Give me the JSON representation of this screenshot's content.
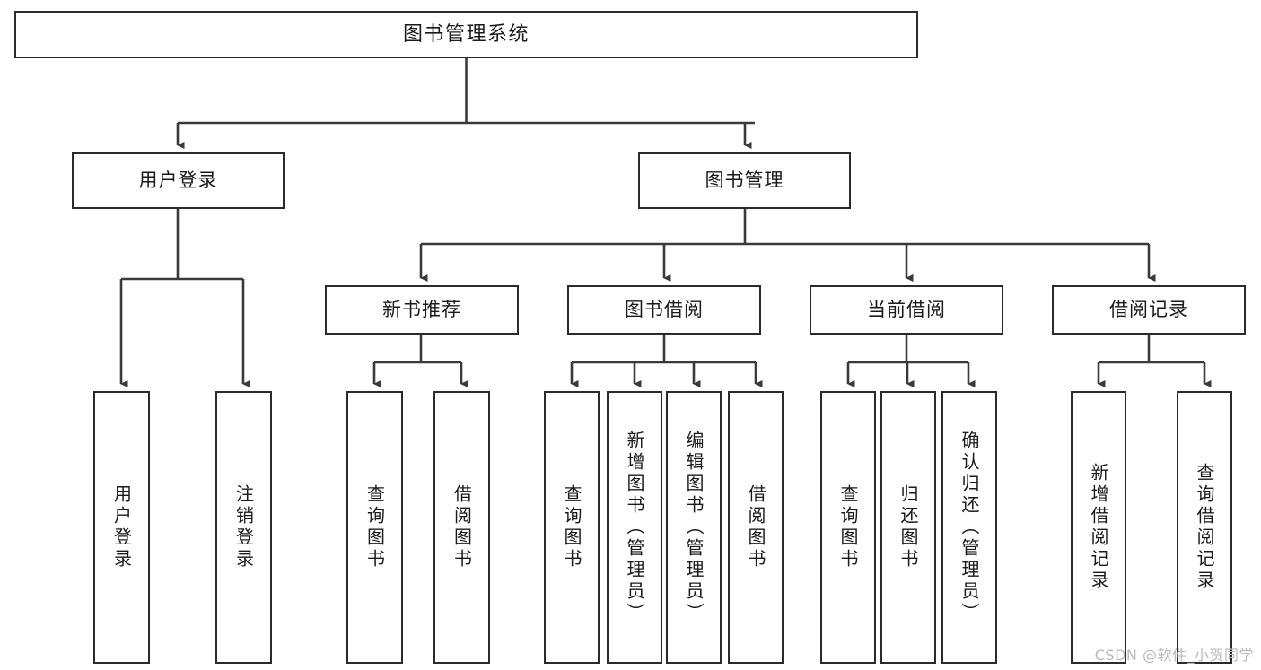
{
  "diagram": {
    "title": "图书管理系统",
    "watermark": "CSDN @软件_小贺同学",
    "colors": {
      "box_border": "#2b2b2b",
      "box_fill": "#ffffff",
      "edge": "#3a3a3a",
      "text": "#1a1a1a",
      "watermark": "#b9b9b9",
      "background": "#ffffff"
    },
    "root": {
      "label": "图书管理系统"
    },
    "level2": [
      {
        "label": "用户登录"
      },
      {
        "label": "图书管理"
      }
    ],
    "level3": [
      {
        "label": "新书推荐"
      },
      {
        "label": "图书借阅"
      },
      {
        "label": "当前借阅"
      },
      {
        "label": "借阅记录"
      }
    ],
    "leaves": {
      "user_login": [
        {
          "label": "用户登录"
        },
        {
          "label": "注销登录"
        }
      ],
      "new_book_recommend": [
        {
          "label": "查询图书"
        },
        {
          "label": "借阅图书"
        }
      ],
      "book_borrow": [
        {
          "label": "查询图书"
        },
        {
          "label": "新增图书（管理员）"
        },
        {
          "label": "编辑图书（管理员）"
        },
        {
          "label": "借阅图书"
        }
      ],
      "current_borrow": [
        {
          "label": "查询图书"
        },
        {
          "label": "归还图书"
        },
        {
          "label": "确认归还（管理员）"
        }
      ],
      "borrow_record": [
        {
          "label": "新增借阅记录"
        },
        {
          "label": "查询借阅记录"
        }
      ]
    }
  }
}
